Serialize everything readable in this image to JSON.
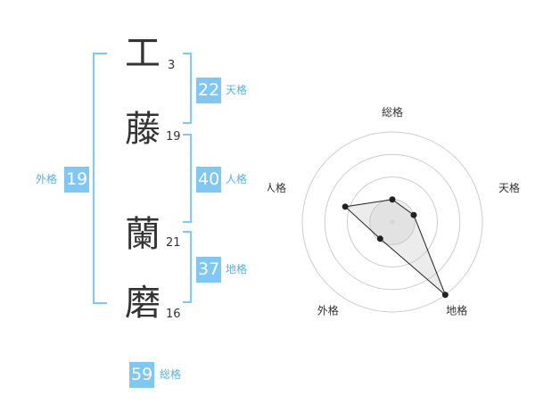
{
  "name": [
    {
      "char": "工",
      "strokes": "3"
    },
    {
      "char": "藤",
      "strokes": "19"
    },
    {
      "char": "蘭",
      "strokes": "21"
    },
    {
      "char": "磨",
      "strokes": "16"
    }
  ],
  "kaku": {
    "tenkaku": {
      "label": "天格",
      "value": "22"
    },
    "jinkaku": {
      "label": "人格",
      "value": "40"
    },
    "chikaku": {
      "label": "地格",
      "value": "37"
    },
    "gaikaku": {
      "label": "外格",
      "value": "19"
    },
    "soukaku": {
      "label": "総格",
      "value": "59"
    }
  },
  "chart_data": {
    "type": "radar",
    "axes": [
      "総格",
      "天格",
      "地格",
      "外格",
      "人格"
    ],
    "values": [
      0.25,
      0.25,
      1.0,
      0.23,
      0.55
    ],
    "rings": 4,
    "colors": {
      "grid": "#cccccc",
      "series": "#222222",
      "center": "#e0e0e0"
    }
  }
}
